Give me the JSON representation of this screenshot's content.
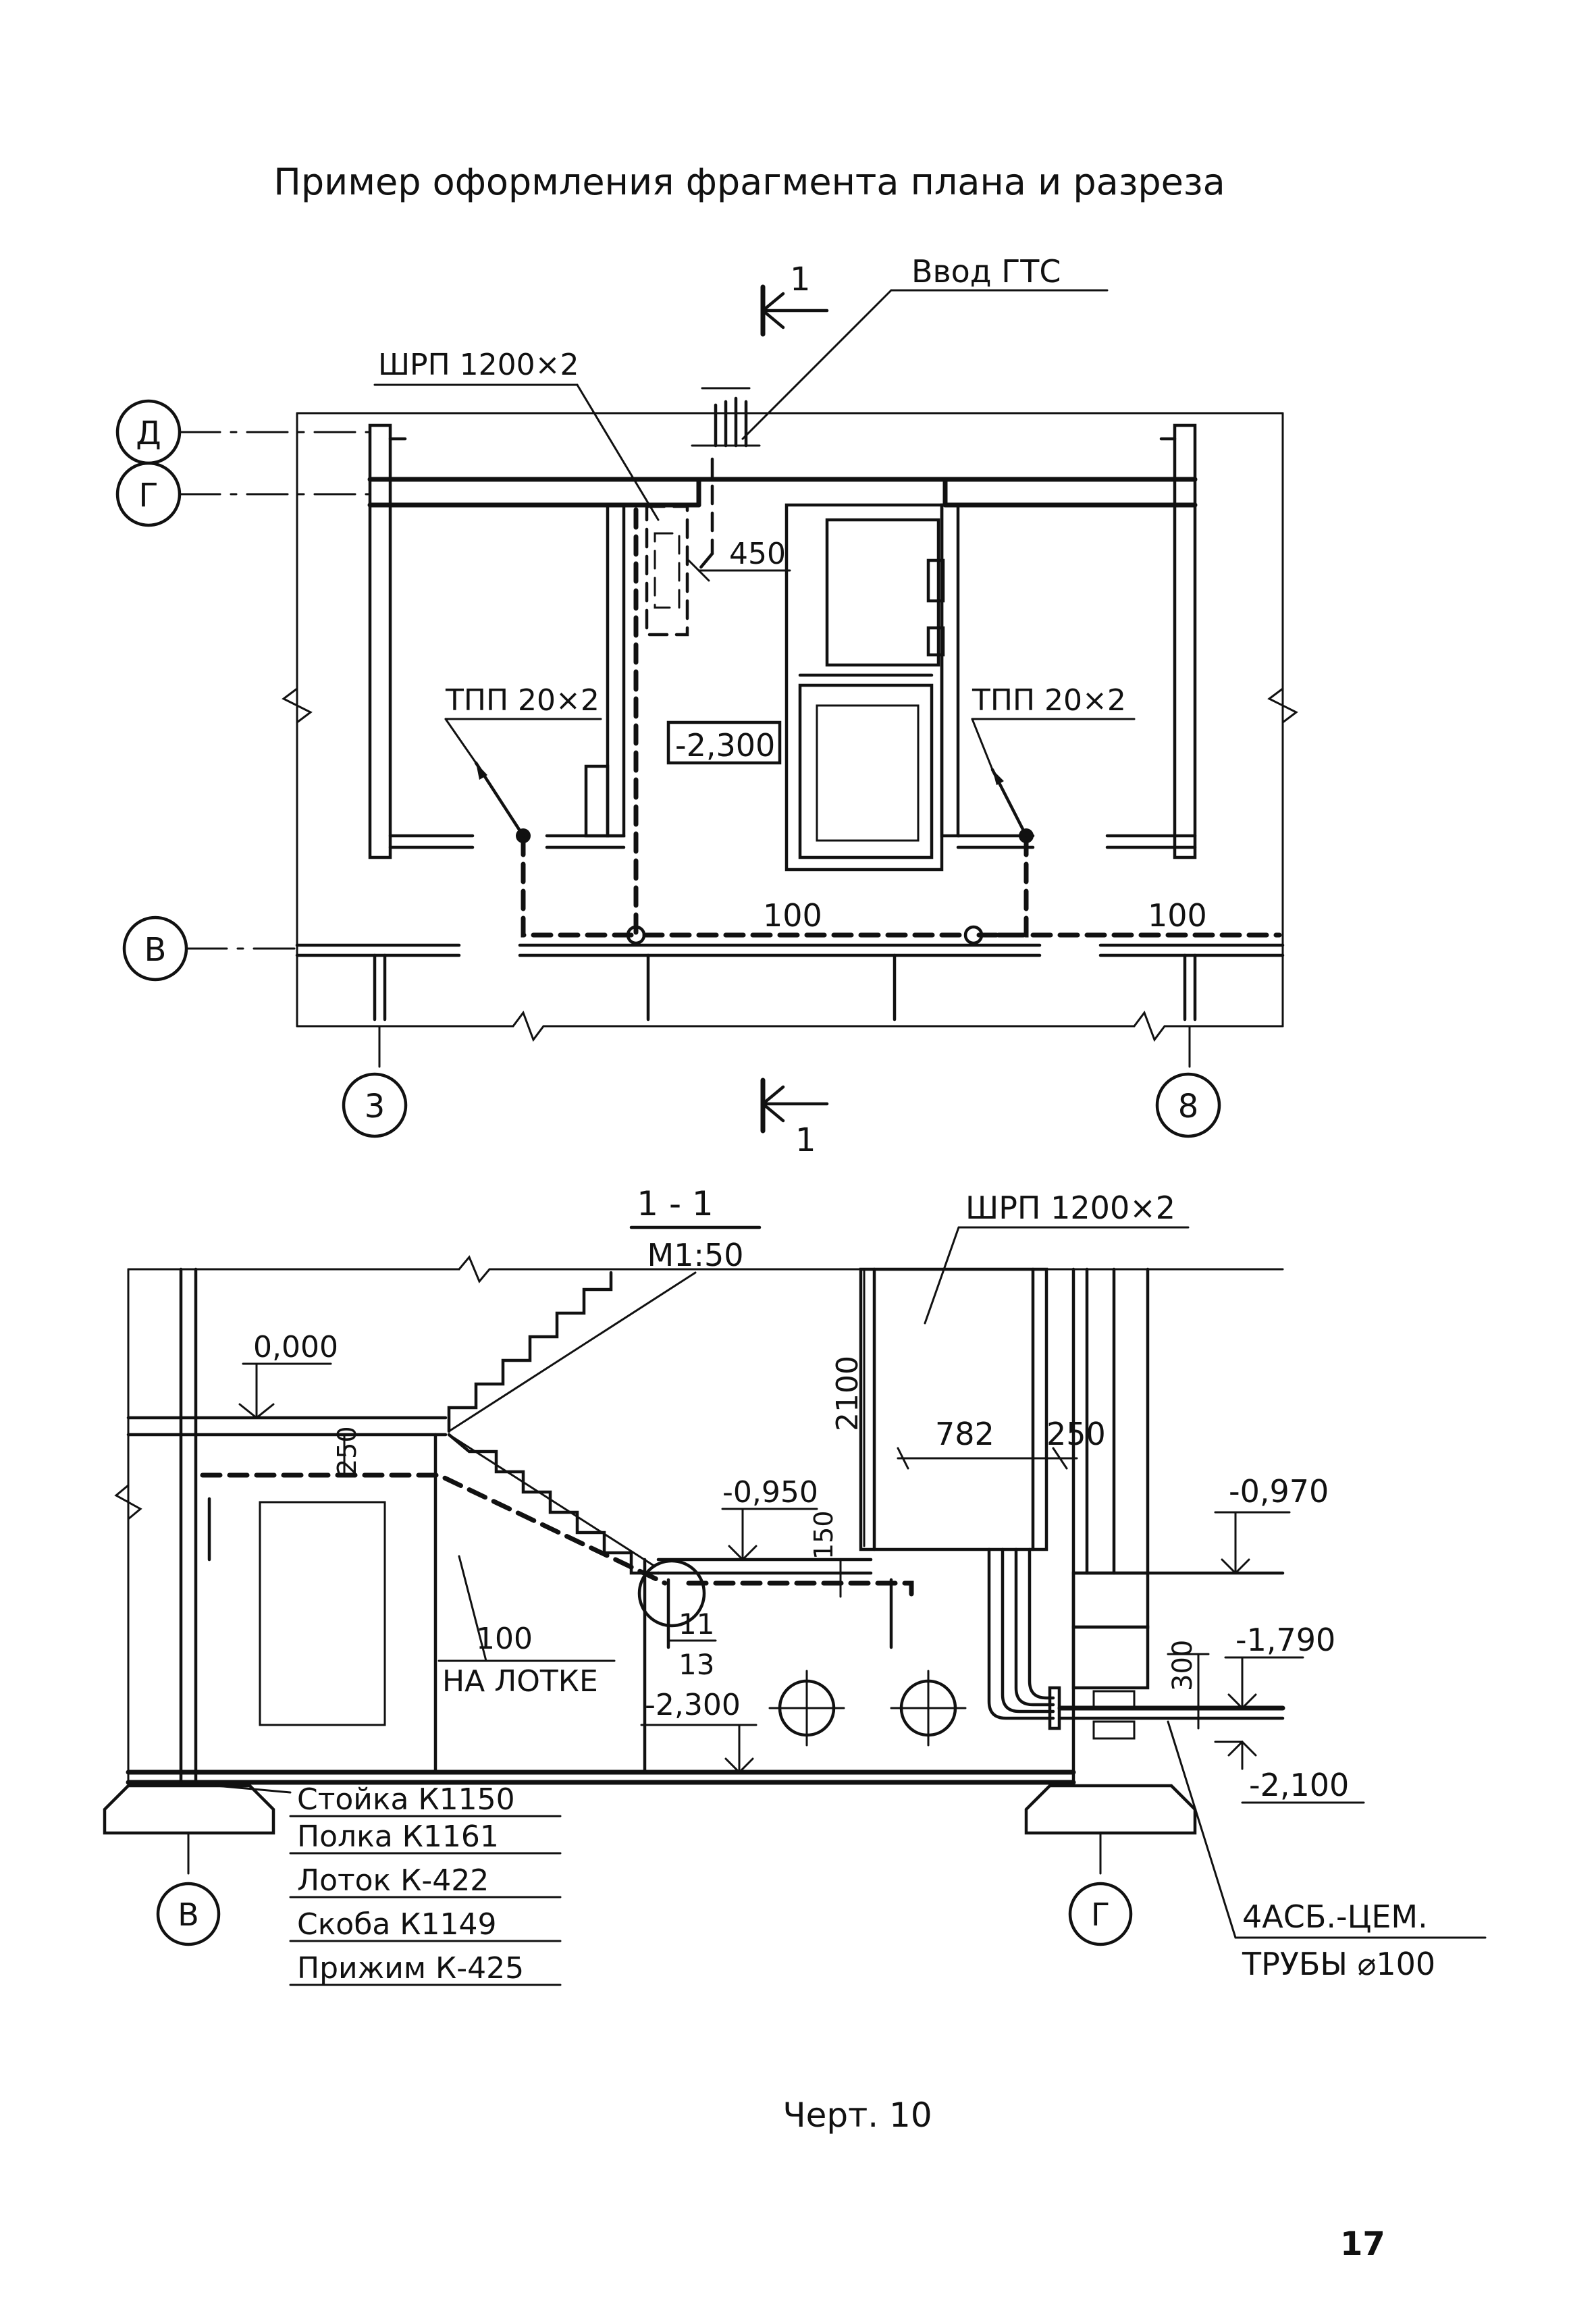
{
  "title": "Пример оформления фрагмента плана и разреза",
  "plan": {
    "section_mark_top_number": "1",
    "section_mark_bottom_number": "1",
    "gts_inlet_label": "Ввод ГТС",
    "cabinet_label": "ШРП 1200×2",
    "dim_450": "450",
    "tpp_left_label": "ТПП 20×2",
    "tpp_right_label": "ТПП 20×2",
    "floor_level": "-2,300",
    "dim_100_left": "100",
    "dim_100_right": "100",
    "axes": [
      "Д",
      "Г",
      "В",
      "3",
      "8"
    ]
  },
  "section": {
    "title": "1 - 1",
    "scale": "М1:50",
    "cabinet_label": "ШРП 1200×2",
    "level_0": "0,000",
    "dim_250": "250",
    "dim_2100": "2100",
    "dim_782": "782",
    "dim_250_right": "250",
    "level_0950": "-0,950",
    "dim_150": "150",
    "level_0970": "-0,970",
    "node_top": "11",
    "node_bottom": "13",
    "tray_value": "100",
    "tray_label": "НА ЛОТКЕ",
    "level_2300": "-2,300",
    "dim_300": "300",
    "level_1790": "-1,790",
    "level_2100": "-2,100",
    "parts": [
      "Стойка К1150",
      "Полка К1161",
      "Лоток К-422",
      "Скоба К1149",
      "Прижим К-425"
    ],
    "axis_left": "В",
    "axis_right": "Г",
    "pipes_line1": "4АСБ.-ЦЕМ.",
    "pipes_line2": "ТРУБЫ ⌀100"
  },
  "caption": "Черт. 10",
  "page_number": "17"
}
